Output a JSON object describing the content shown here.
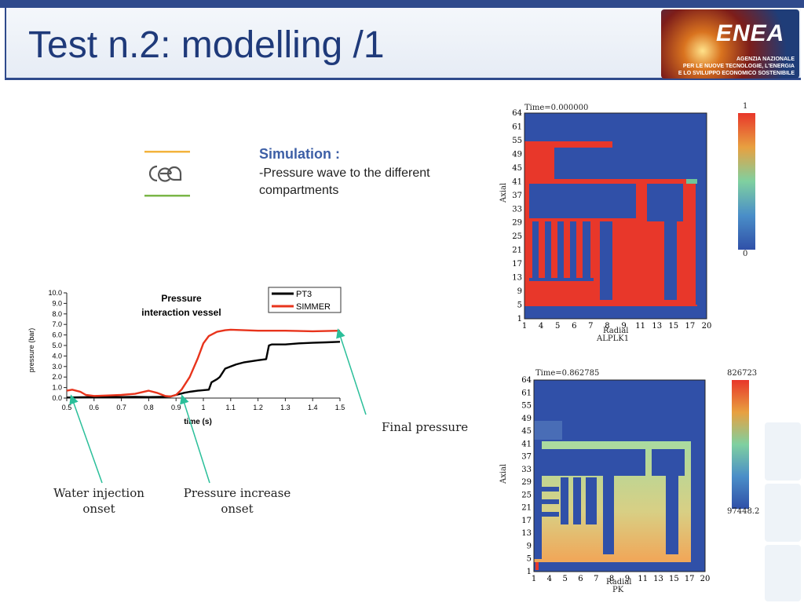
{
  "header": {
    "title": "Test n.2: modelling /1",
    "logo_text": "ENEA",
    "logo_sub1": "AGENZIA NAZIONALE",
    "logo_sub2": "PER LE NUOVE TECNOLOGIE, L'ENERGIA",
    "logo_sub3": "E LO SVILUPPO ECONOMICO SOSTENIBILE"
  },
  "simulation": {
    "heading": "Simulation :",
    "line1": "-Pressure wave to the different",
    "line2": "compartments"
  },
  "annotations": {
    "water_injection_1": "Water injection",
    "water_injection_2": "onset",
    "pressure_increase_1": "Pressure increase",
    "pressure_increase_2": "onset",
    "final_pressure": "Final pressure"
  },
  "chart_data": [
    {
      "type": "line",
      "title_line1": "Pressure",
      "title_line2": "interaction vessel",
      "xlabel": "time (s)",
      "ylabel": "pressure (bar)",
      "xlim": [
        0.5,
        1.5
      ],
      "ylim": [
        0,
        10
      ],
      "xticks": [
        "0.5",
        "0.6",
        "0.7",
        "0.8",
        "0.9",
        "1",
        "1.1",
        "1.2",
        "1.3",
        "1.4",
        "1.5"
      ],
      "yticks": [
        "0.0",
        "1.0",
        "2.0",
        "3.0",
        "4.0",
        "5.0",
        "6.0",
        "7.0",
        "8.0",
        "9.0",
        "10.0"
      ],
      "legend_position": "top-right",
      "series": [
        {
          "name": "PT3",
          "color": "#000000",
          "x": [
            0.5,
            0.55,
            0.6,
            0.65,
            0.7,
            0.75,
            0.8,
            0.85,
            0.88,
            0.9,
            0.93,
            0.95,
            0.98,
            1.0,
            1.02,
            1.03,
            1.05,
            1.06,
            1.08,
            1.1,
            1.12,
            1.15,
            1.2,
            1.23,
            1.24,
            1.25,
            1.3,
            1.35,
            1.4,
            1.45,
            1.5
          ],
          "y": [
            0.05,
            0.08,
            0.1,
            0.12,
            0.1,
            0.12,
            0.1,
            0.12,
            0.15,
            0.3,
            0.5,
            0.6,
            0.7,
            0.75,
            0.8,
            1.5,
            1.8,
            2.0,
            2.8,
            3.0,
            3.2,
            3.4,
            3.6,
            3.7,
            5.0,
            5.1,
            5.1,
            5.2,
            5.25,
            5.3,
            5.35
          ]
        },
        {
          "name": "SIMMER",
          "color": "#e8341c",
          "x": [
            0.5,
            0.52,
            0.55,
            0.57,
            0.6,
            0.65,
            0.7,
            0.75,
            0.8,
            0.83,
            0.86,
            0.88,
            0.9,
            0.92,
            0.95,
            0.98,
            1.0,
            1.02,
            1.05,
            1.08,
            1.1,
            1.15,
            1.2,
            1.3,
            1.4,
            1.5
          ],
          "y": [
            0.7,
            0.8,
            0.6,
            0.3,
            0.2,
            0.25,
            0.3,
            0.4,
            0.7,
            0.5,
            0.2,
            0.15,
            0.3,
            0.8,
            2.0,
            3.8,
            5.2,
            5.9,
            6.3,
            6.45,
            6.5,
            6.45,
            6.4,
            6.4,
            6.35,
            6.4
          ]
        }
      ]
    },
    {
      "type": "heatmap",
      "time_label": "Time=0.000000",
      "xlabel": "Radial",
      "ylabel": "Axial",
      "variable": "ALPLK1",
      "colorbar_max": "1",
      "colorbar_min": "0",
      "xticks": [
        "1",
        "4",
        "5",
        "6",
        "7",
        "8",
        "9",
        "11",
        "13",
        "15",
        "17",
        "20"
      ],
      "yticks": [
        "64",
        "61",
        "55",
        "49",
        "45",
        "41",
        "37",
        "33",
        "29",
        "25",
        "21",
        "17",
        "13",
        "9",
        "5",
        "1"
      ]
    },
    {
      "type": "heatmap",
      "time_label": "Time=0.862785",
      "xlabel": "Radial",
      "ylabel": "Axial",
      "variable": "PK",
      "colorbar_max": "826723",
      "colorbar_min": "97448.2",
      "xticks": [
        "1",
        "4",
        "5",
        "6",
        "7",
        "8",
        "9",
        "11",
        "13",
        "15",
        "17",
        "20"
      ],
      "yticks": [
        "64",
        "61",
        "55",
        "49",
        "45",
        "41",
        "37",
        "33",
        "29",
        "25",
        "21",
        "17",
        "13",
        "9",
        "5",
        "1"
      ]
    }
  ]
}
